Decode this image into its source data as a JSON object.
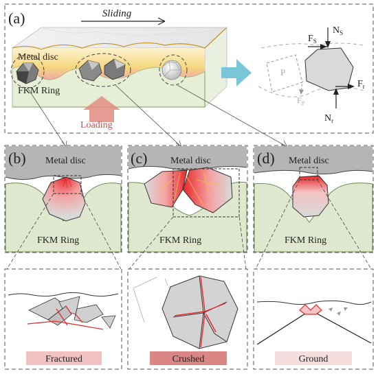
{
  "panel_a": {
    "label": "(a)",
    "sliding": "Sliding",
    "metal_disc": "Metal disc",
    "fkm_ring": "FKM Ring",
    "loading": "Loading",
    "forces": {
      "fs": "F",
      "fs_sub": "S",
      "ns": "N",
      "ns_sub": "S",
      "fr": "F",
      "fr_sub": "r",
      "nr": "N",
      "nr_sub": "r",
      "p": "P",
      "fp": "F",
      "fp_sub": "P"
    }
  },
  "panel_b": {
    "label": "(b)",
    "metal_disc": "Metal disc",
    "fkm_ring": "FKM Ring",
    "result": "Fractured"
  },
  "panel_c": {
    "label": "(c)",
    "metal_disc": "Metal disc",
    "fkm_ring": "FKM Ring",
    "result": "Crushed"
  },
  "panel_d": {
    "label": "(d)",
    "metal_disc": "Metal disc",
    "fkm_ring": "FKM Ring",
    "result": "Ground"
  },
  "colors": {
    "metal": "#b5b5b5",
    "ring": "#dfe8cf",
    "heat": "#e8262a",
    "fractured_bg": "#f2c1c1",
    "crushed_bg": "#d98684",
    "ground_bg": "#f6dede",
    "arrow_blue": "#79c6d8",
    "arrow_load": "#e08c80"
  }
}
